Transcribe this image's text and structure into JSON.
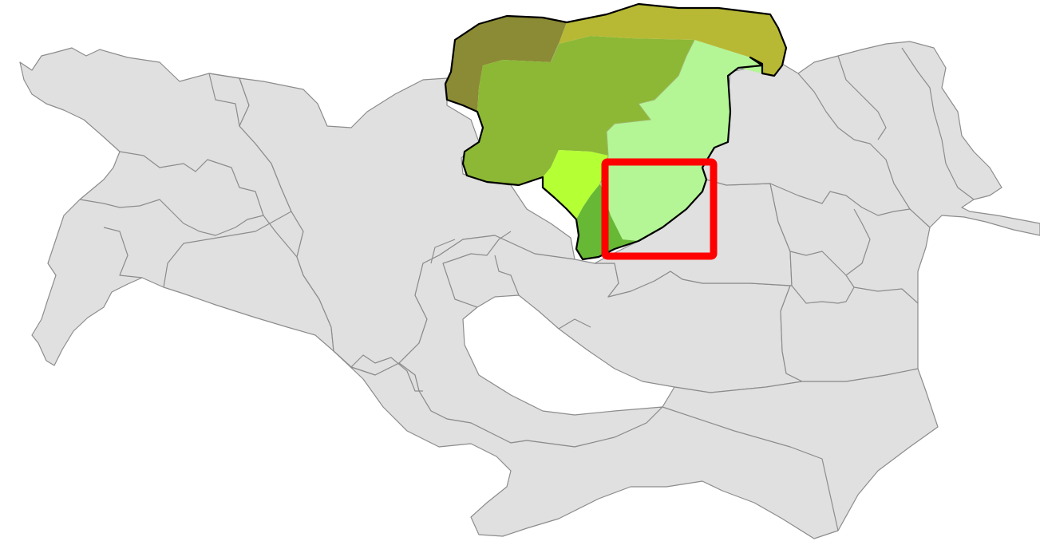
{
  "map": {
    "colors": {
      "background": "#ffffff",
      "base_fill": "#e0e0e0",
      "boundary": "#8c8c8c",
      "highlight_outline": "#000000",
      "locator": "#ff0000"
    },
    "highlighted_region": {
      "districts": [
        {
          "id": "district-northwest",
          "color": "#8b8a35"
        },
        {
          "id": "district-north",
          "color": "#b7b935"
        },
        {
          "id": "district-central",
          "color": "#8cb835"
        },
        {
          "id": "district-east",
          "color": "#b4f596"
        },
        {
          "id": "district-west",
          "color": "#b5ff35"
        },
        {
          "id": "district-south",
          "color": "#66b835"
        }
      ]
    },
    "locator_box": {
      "color": "#ff0000"
    }
  }
}
